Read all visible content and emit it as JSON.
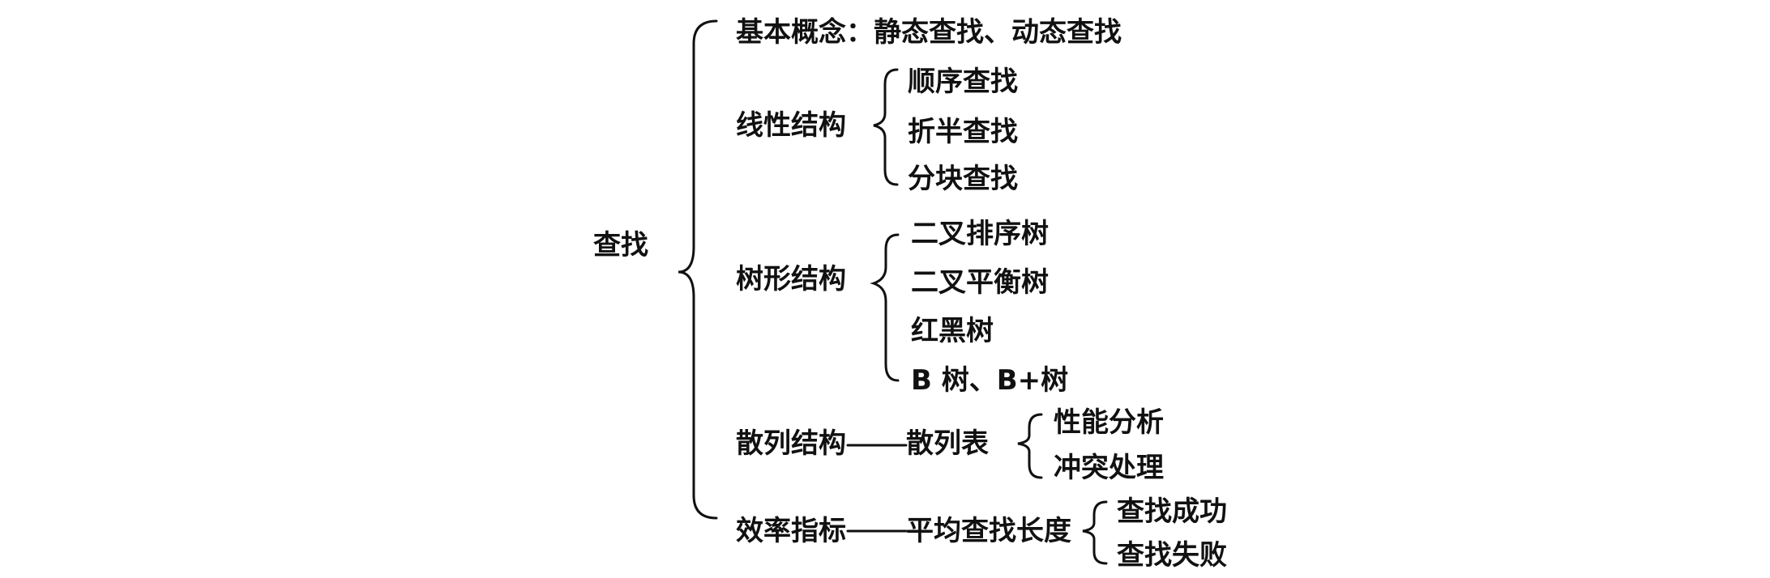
{
  "root": "查找",
  "branches": {
    "basic": "基本概念：静态查找、动态查找",
    "linear": {
      "label": "线性结构",
      "items": [
        "顺序查找",
        "折半查找",
        "分块查找"
      ]
    },
    "tree": {
      "label": "树形结构",
      "items": [
        "二叉排序树",
        "二叉平衡树",
        "红黑树",
        "B 树、B+树"
      ]
    },
    "hash": {
      "label": "散列结构",
      "sub": "散列表",
      "items": [
        "性能分析",
        "冲突处理"
      ]
    },
    "efficiency": {
      "label": "效率指标",
      "sub": "平均查找长度",
      "items": [
        "查找成功",
        "查找失败"
      ]
    }
  },
  "colors": {
    "ink": "#111111",
    "background": "#ffffff"
  }
}
